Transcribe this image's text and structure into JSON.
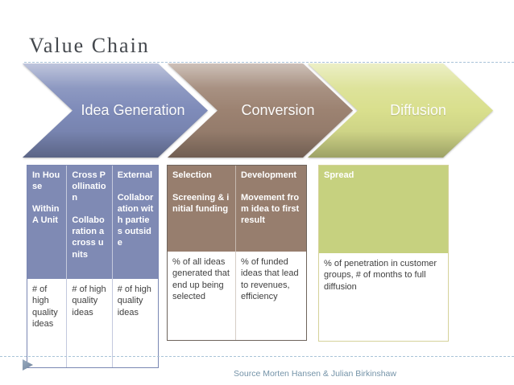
{
  "slide": {
    "title": "Value Chain",
    "footer": "Source Morten Hansen & Julian Birkinshaw"
  },
  "process": {
    "type": "chevron-flow",
    "stages": [
      {
        "label": "Idea Generation",
        "color": "#7e8bb9"
      },
      {
        "label": "Conversion",
        "color": "#9c8271"
      },
      {
        "label": "Diffusion",
        "color": "#d9df8d"
      }
    ]
  },
  "tables": [
    {
      "stage": "Idea Generation",
      "theme_color": "#7f8ab4",
      "columns": [
        {
          "header": "In House\n\nWithin A Unit",
          "body": "# of high quality ideas"
        },
        {
          "header": "Cross Pollination\n\nCollaboration across units",
          "body": "# of high quality ideas"
        },
        {
          "header": "External\n\nCollaboration with parties outside",
          "body": "# of high quality ideas"
        }
      ]
    },
    {
      "stage": "Conversion",
      "theme_color": "#977e6e",
      "columns": [
        {
          "header": "Selection\n\nScreening & initial funding",
          "body": "% of all ideas generated that end up being selected"
        },
        {
          "header": "Development\n\nMovement from idea to first result",
          "body": "% of funded ideas that lead to revenues, efficiency"
        }
      ]
    },
    {
      "stage": "Diffusion",
      "theme_color": "#c6d17f",
      "columns": [
        {
          "header": "Spread",
          "body": "% of penetration in customer groups, # of months to full diffusion"
        }
      ]
    }
  ]
}
